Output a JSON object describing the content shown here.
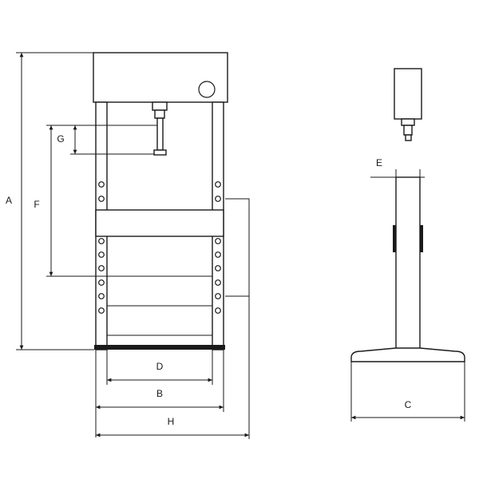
{
  "colors": {
    "line": "#1a1a1a",
    "background": "#ffffff"
  },
  "dimensions": {
    "A": "A",
    "B": "B",
    "C": "C",
    "D": "D",
    "E": "E",
    "F": "F",
    "G": "G",
    "H": "H"
  }
}
